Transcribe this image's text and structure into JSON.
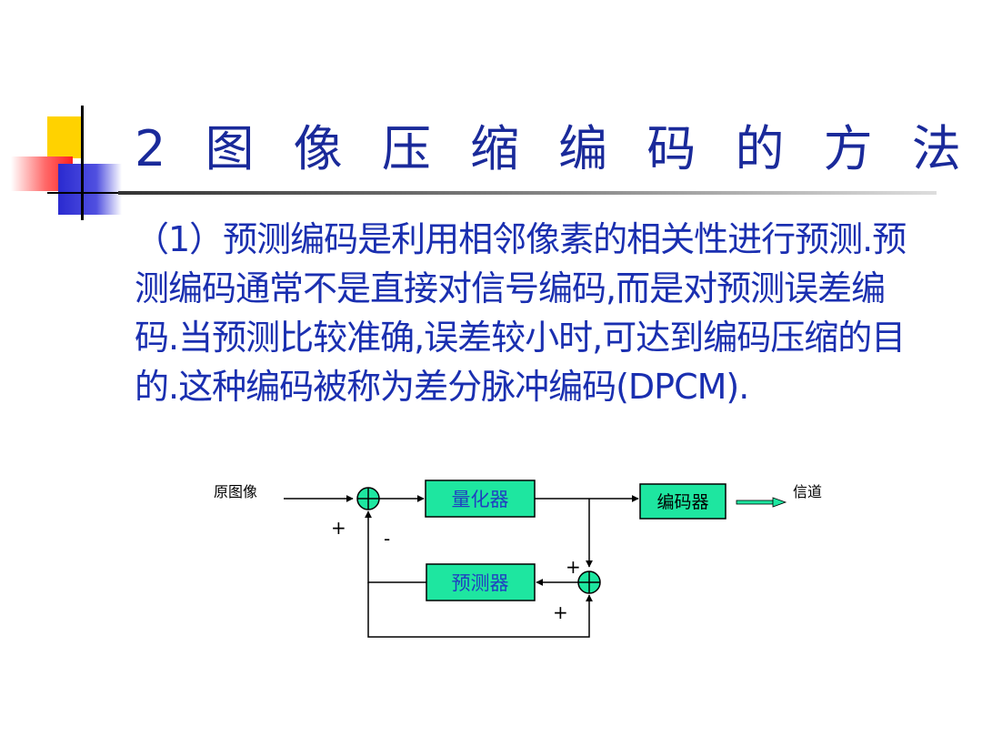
{
  "title": "2 图 像 压 缩 编 码 的 方 法",
  "paragraph": "（1）预测编码是利用相邻像素的相关性进行预测.预测编码通常不是直接对信号编码,而是对预测误差编码.当预测比较准确,误差较小时,可达到编码压缩的目的.这种编码被称为差分脉冲编码(DPCM).",
  "diagram": {
    "input_label": "原图像",
    "quantizer_label": "量化器",
    "encoder_label": "编码器",
    "channel_label": "信道",
    "predictor_label": "预测器",
    "plus_label": "+",
    "minus_label": "-",
    "block_fill": "#1ee6a0"
  },
  "colors": {
    "title": "#1a2a9a",
    "text": "#1a2fb0"
  }
}
